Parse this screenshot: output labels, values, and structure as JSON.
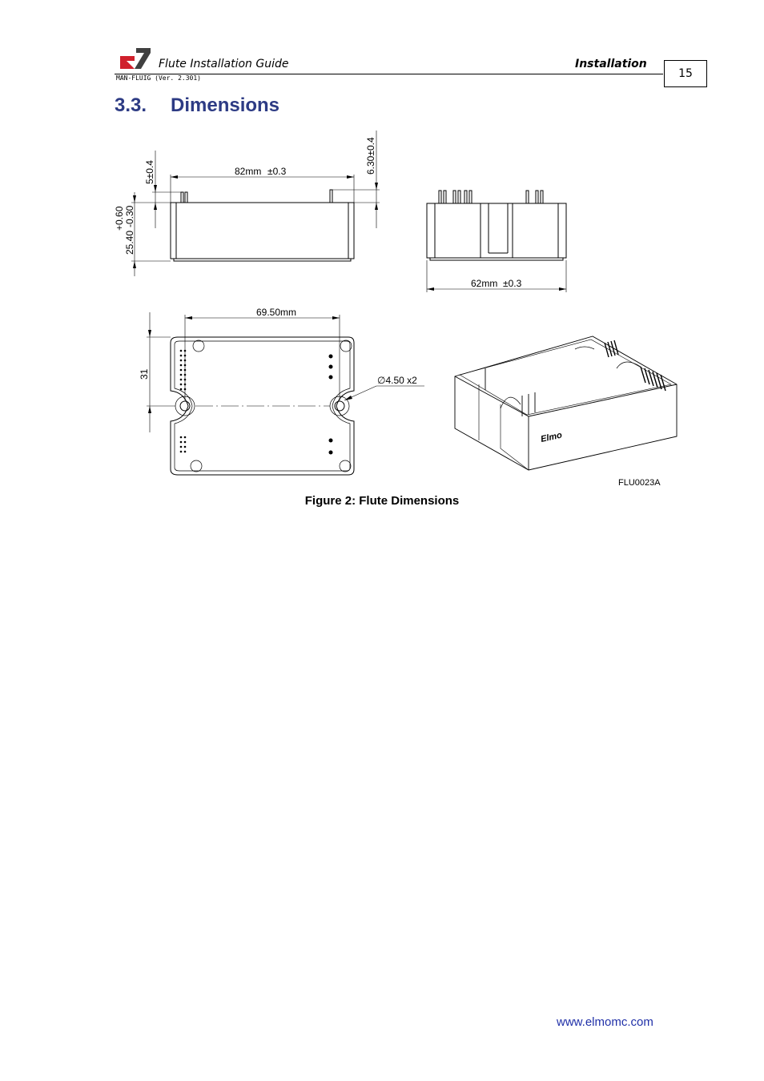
{
  "header": {
    "guide_title": "Flute Installation Guide",
    "section_label": "Installation",
    "version": "MAN-FLUIG (Ver. 2.301)",
    "page_number": "15"
  },
  "section": {
    "number": "3.3.",
    "title": "Dimensions"
  },
  "figure": {
    "dim_length": "82mm",
    "dim_length_tol": "±0.3",
    "dim_pin_height": "5±0.4",
    "dim_top_pin": "6.30±0.4",
    "dim_height": "25.40",
    "dim_height_tol_plus": "+0.60",
    "dim_height_tol_minus": "-0.30",
    "dim_width": "62mm",
    "dim_width_tol": "±0.3",
    "dim_hole_spacing": "69.50mm",
    "dim_hole_offset": "31",
    "dim_hole_dia": "∅4.50 x2",
    "brand_mark": "Elmo",
    "figure_id": "FLU0023A",
    "caption": "Figure 2: Flute Dimensions"
  },
  "footer": {
    "website": "www.elmomc.com"
  },
  "colors": {
    "heading": "#2d3b84",
    "link": "#2030a8",
    "logo_red": "#d0202c",
    "logo_dark": "#404040"
  }
}
